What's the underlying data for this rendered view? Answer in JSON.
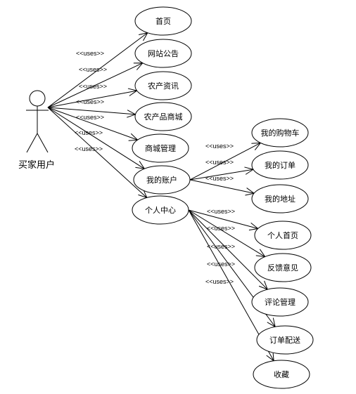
{
  "actor": {
    "label": "买家用户"
  },
  "relation_label": "<<uses>>",
  "use_cases": [
    {
      "id": "home",
      "label": "首页"
    },
    {
      "id": "announcements",
      "label": "网站公告"
    },
    {
      "id": "agri-news",
      "label": "农产资讯"
    },
    {
      "id": "agri-mall",
      "label": "农产品商城"
    },
    {
      "id": "mall-management",
      "label": "商城管理"
    },
    {
      "id": "my-account",
      "label": "我的账户"
    },
    {
      "id": "personal-center",
      "label": "个人中心"
    },
    {
      "id": "my-cart",
      "label": "我的购物车"
    },
    {
      "id": "my-orders",
      "label": "我的订单"
    },
    {
      "id": "my-address",
      "label": "我的地址"
    },
    {
      "id": "personal-home",
      "label": "个人首页"
    },
    {
      "id": "feedback",
      "label": "反馈意见"
    },
    {
      "id": "review-management",
      "label": "评论管理"
    },
    {
      "id": "order-delivery",
      "label": "订单配送"
    },
    {
      "id": "favorites",
      "label": "收藏"
    }
  ],
  "relations": [
    {
      "from": "actor",
      "to": "home"
    },
    {
      "from": "actor",
      "to": "announcements"
    },
    {
      "from": "actor",
      "to": "agri-news"
    },
    {
      "from": "actor",
      "to": "agri-mall"
    },
    {
      "from": "actor",
      "to": "mall-management"
    },
    {
      "from": "actor",
      "to": "my-account"
    },
    {
      "from": "actor",
      "to": "personal-center"
    },
    {
      "from": "my-account",
      "to": "my-cart"
    },
    {
      "from": "my-account",
      "to": "my-orders"
    },
    {
      "from": "my-account",
      "to": "my-address"
    },
    {
      "from": "personal-center",
      "to": "personal-home"
    },
    {
      "from": "personal-center",
      "to": "feedback"
    },
    {
      "from": "personal-center",
      "to": "review-management"
    },
    {
      "from": "personal-center",
      "to": "order-delivery"
    },
    {
      "from": "personal-center",
      "to": "favorites"
    }
  ]
}
